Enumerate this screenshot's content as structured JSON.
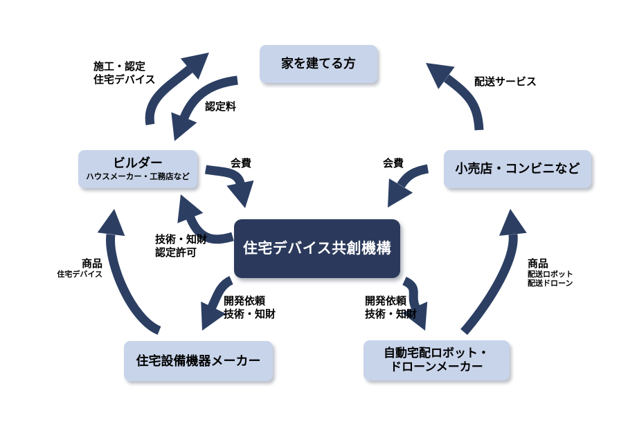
{
  "colors": {
    "node_fill": "#c8d4ea",
    "center_fill": "#2b3a5c",
    "arrow": "#2c3f63",
    "background": "#ffffff"
  },
  "nodes": {
    "consumer": {
      "label": "家を建てる方"
    },
    "builder": {
      "label": "ビルダー",
      "sublabel": "ハウスメーカー・工務店など"
    },
    "retail": {
      "label": "小売店・コンビニなど"
    },
    "center": {
      "label": "住宅デバイス共創機構"
    },
    "equipment_maker": {
      "label": "住宅設備機器メーカー"
    },
    "robot_maker": {
      "label_line1": "自動宅配ロボット・",
      "label_line2": "ドローンメーカー"
    }
  },
  "labels": {
    "construction_line1": "施工・認定",
    "construction_line2": "住宅デバイス",
    "certification_fee": "認定料",
    "delivery_service": "配送サービス",
    "membership_fee_left": "会費",
    "membership_fee_right": "会費",
    "tech_ip_line1": "技術・知財",
    "tech_ip_line2": "認定許可",
    "product_left": "商品",
    "product_left_sub": "住宅デバイス",
    "dev_request_left_line1": "開発依頼",
    "dev_request_left_line2": "技術・知財",
    "dev_request_right_line1": "開発依頼",
    "dev_request_right_line2": "技術・知財",
    "product_right": "商品",
    "product_right_sub1": "配送ロボット",
    "product_right_sub2": "配送ドローン"
  }
}
